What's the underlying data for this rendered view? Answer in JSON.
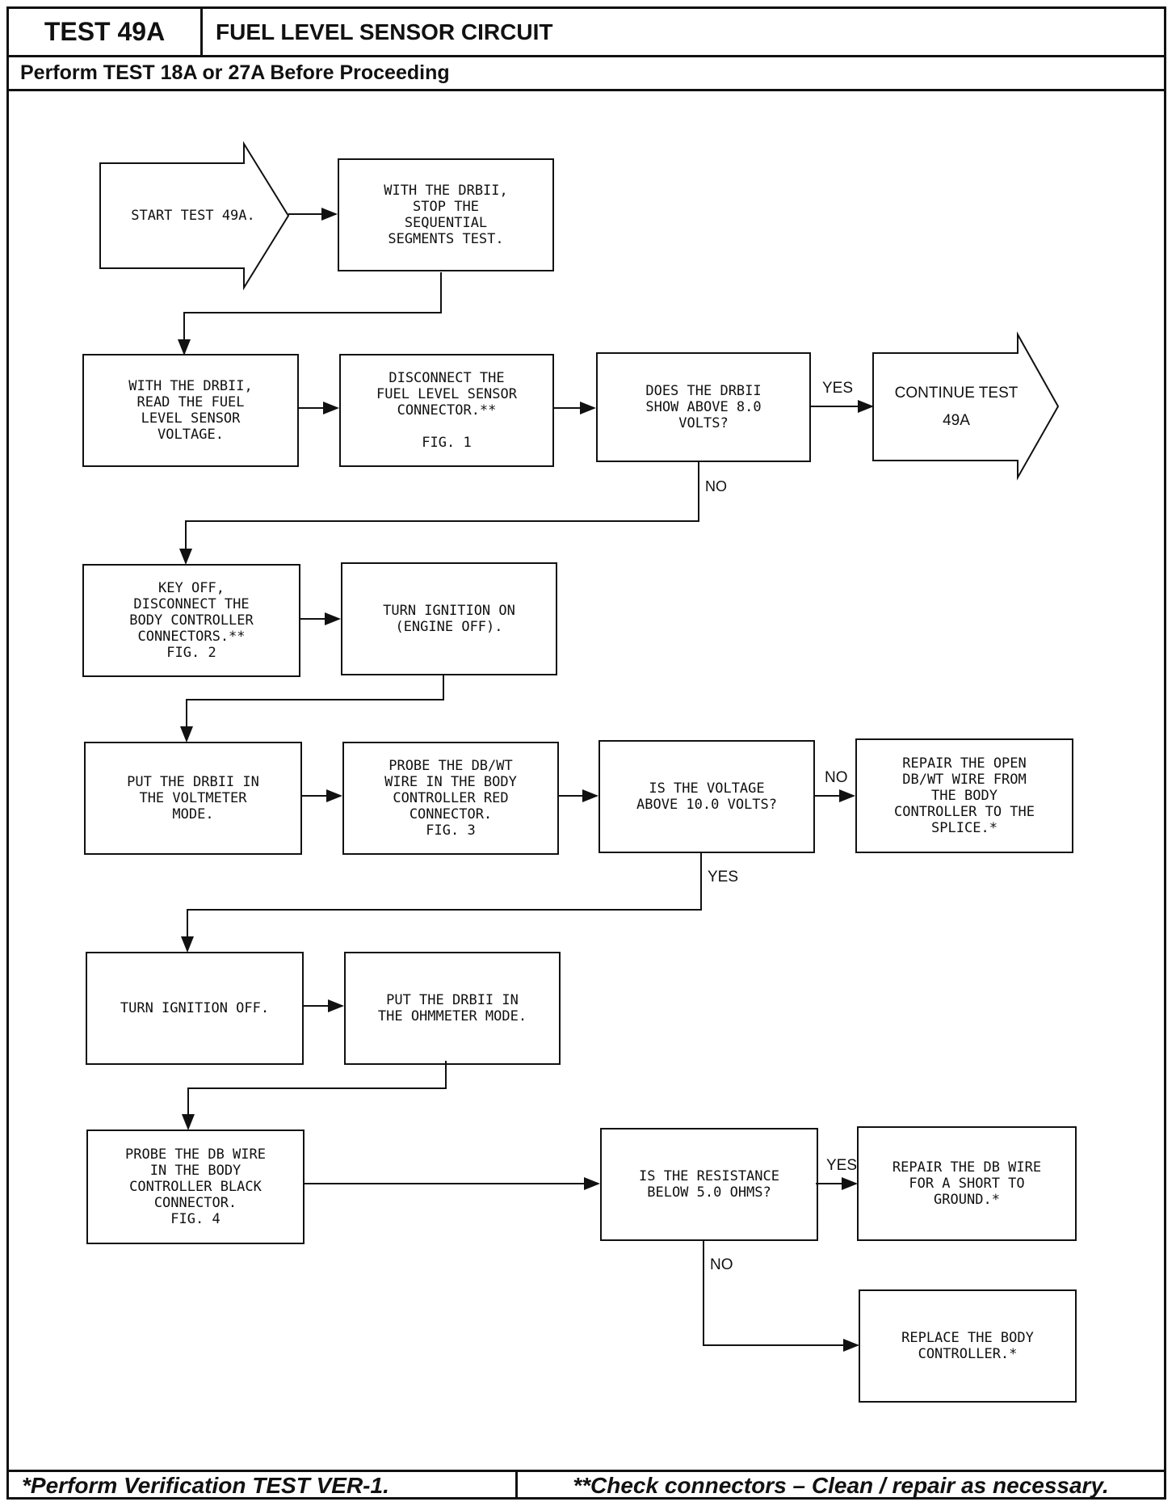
{
  "header": {
    "test_id": "TEST 49A",
    "title": "FUEL LEVEL SENSOR CIRCUIT",
    "prerequisite": "Perform TEST 18A or 27A Before Proceeding"
  },
  "footer": {
    "verification_note": "*Perform Verification TEST VER-1.",
    "connector_note": "**Check connectors – Clean / repair as necessary."
  },
  "flow": {
    "start": "START TEST 49A.",
    "stop_segments": "WITH THE DRBII,\nSTOP THE\nSEQUENTIAL\nSEGMENTS TEST.",
    "read_voltage": "WITH THE DRBII,\nREAD THE FUEL\nLEVEL SENSOR\nVOLTAGE.",
    "disconnect_sensor": "DISCONNECT THE\nFUEL LEVEL SENSOR\nCONNECTOR.**\n\nFIG. 1",
    "q_above_8": "DOES THE DRBII\nSHOW ABOVE 8.0\nVOLTS?",
    "continue": "CONTINUE TEST\n49A",
    "key_off": "KEY OFF,\nDISCONNECT THE\nBODY CONTROLLER\nCONNECTORS.**\nFIG. 2",
    "ignition_on": "TURN IGNITION ON\n(ENGINE OFF).",
    "voltmeter_mode": "PUT THE DRBII IN\nTHE VOLTMETER\nMODE.",
    "probe_dbwt": "PROBE THE DB/WT\nWIRE IN THE BODY\nCONTROLLER RED\nCONNECTOR.\nFIG. 3",
    "q_above_10": "IS THE VOLTAGE\nABOVE 10.0 VOLTS?",
    "repair_open": "REPAIR THE OPEN\nDB/WT WIRE FROM\nTHE BODY\nCONTROLLER TO THE\nSPLICE.*",
    "ignition_off": "TURN IGNITION OFF.",
    "ohmmeter_mode": "PUT THE DRBII IN\nTHE OHMMETER MODE.",
    "probe_db": "PROBE THE DB WIRE\nIN THE BODY\nCONTROLLER BLACK\nCONNECTOR.\nFIG. 4",
    "q_below_5": "IS THE RESISTANCE\nBELOW 5.0 OHMS?",
    "repair_short": "REPAIR THE DB WIRE\nFOR A SHORT TO\nGROUND.*",
    "replace_controller": "REPLACE THE BODY\nCONTROLLER.*"
  },
  "edge_labels": {
    "yes_8": "YES",
    "no_8": "NO",
    "no_10": "NO",
    "yes_10": "YES",
    "yes_5": "YES",
    "no_5": "NO"
  }
}
